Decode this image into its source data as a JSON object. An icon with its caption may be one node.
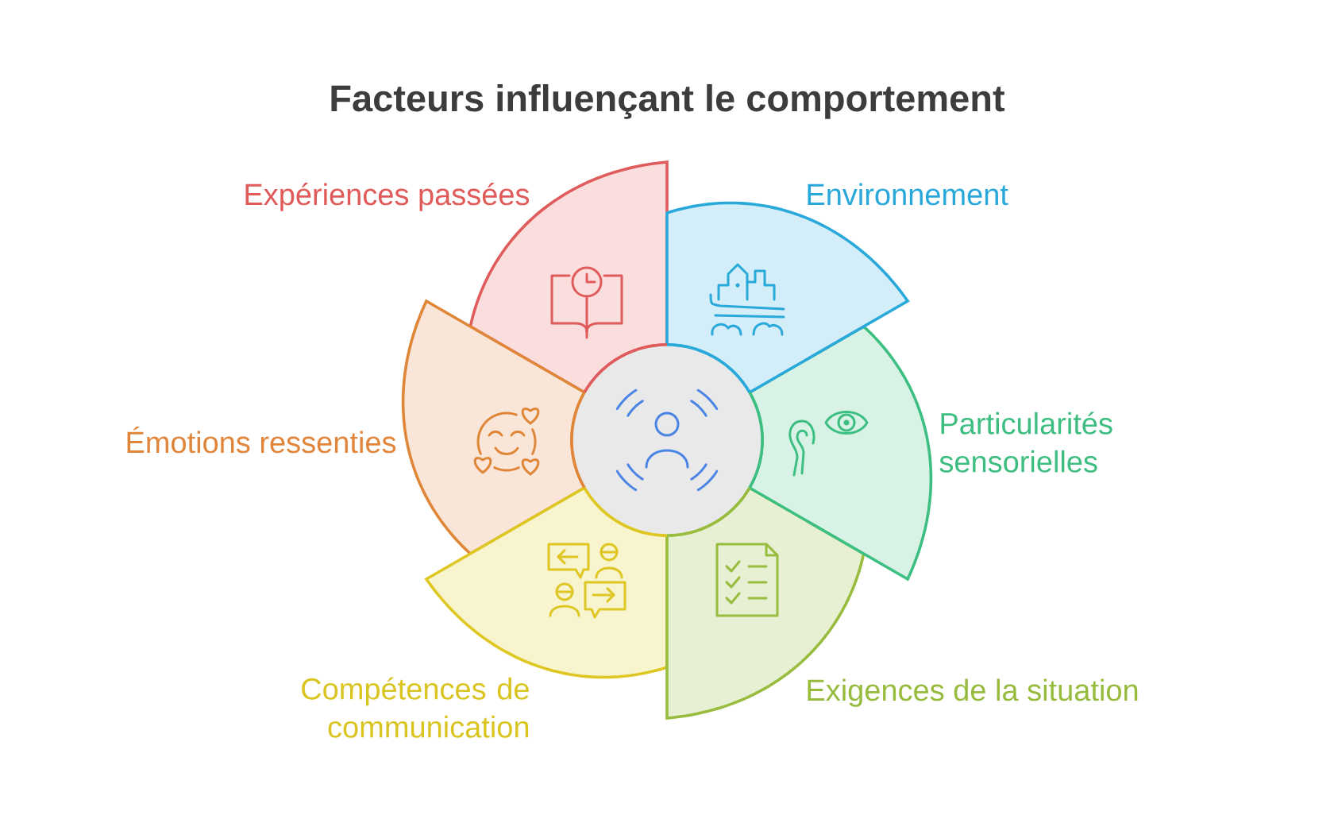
{
  "diagram": {
    "title": "Facteurs influençant le comportement",
    "nodes": [
      {
        "text": [
          "Expériences passées"
        ]
      },
      {
        "text": [
          "Environnement"
        ]
      },
      {
        "text": [
          "Émotions ressenties"
        ]
      },
      {
        "text": [],
        "shape": "circle"
      },
      {
        "text": [
          "Particularités sensorielles"
        ]
      },
      {
        "text": [
          "Compétences de communication"
        ]
      },
      {
        "text": [
          "Exigences de la situation"
        ]
      }
    ]
  }
}
